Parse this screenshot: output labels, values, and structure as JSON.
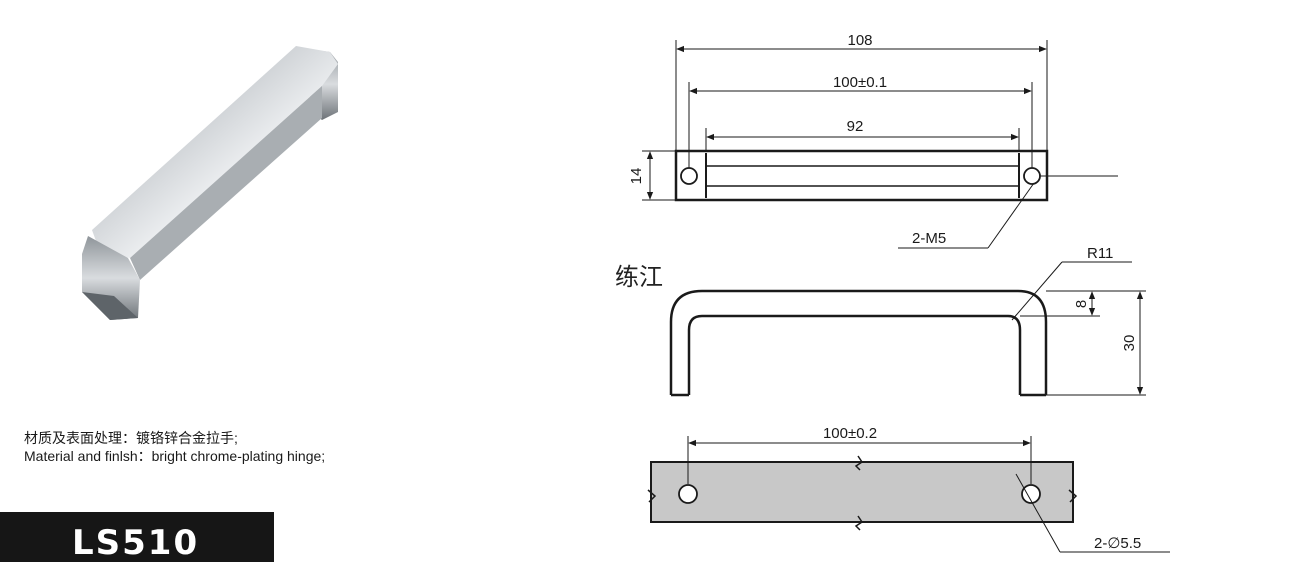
{
  "spec": {
    "material_cn": "材质及表面处理：镀铬锌合金拉手;",
    "material_en": "Material and finlsh：bright chrome-plating hinge;"
  },
  "model": "LS510",
  "watermark": "练江",
  "colors": {
    "steel": "#9ea3a8",
    "label_bg": "#161616",
    "base_plate": "#c8c8c8",
    "ink": "#1a1a1a"
  },
  "icons": [
    "handle-photo-icon"
  ],
  "dims": {
    "overall_length": "108",
    "hole_spacing": "100±0.1",
    "inner_length": "92",
    "width": "14",
    "thread": "2-M5",
    "radius": "R11",
    "thickness": "8",
    "height": "30",
    "plate_hole_spacing": "100±0.2",
    "plate_hole_dia": "2-∅5.5"
  }
}
